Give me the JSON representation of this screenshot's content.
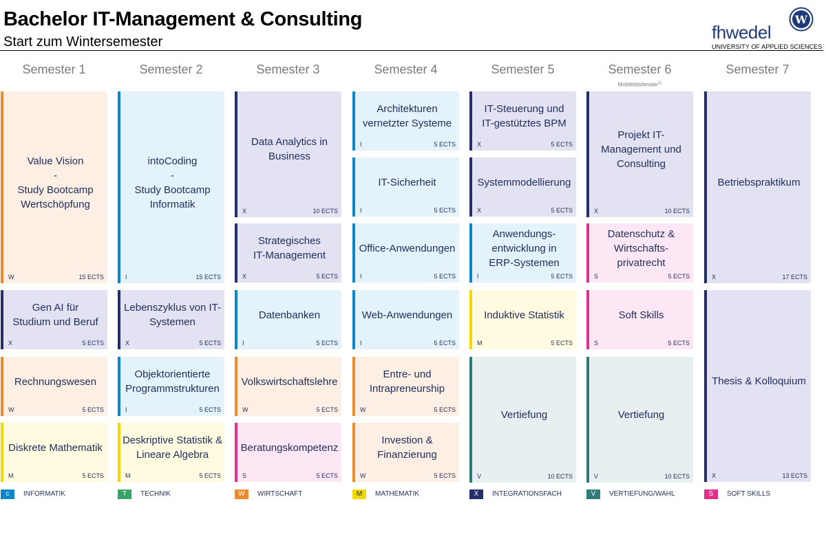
{
  "header": {
    "title": "Bachelor IT-Management & Consulting",
    "subtitle": "Start zum Wintersemester",
    "logo_text": "fhwedel",
    "logo_sub": "UNIVERSITY OF APPLIED SCIENCES",
    "logo_seal_letter": "W"
  },
  "semesters": [
    {
      "label": "Semester 1",
      "note": ""
    },
    {
      "label": "Semester 2",
      "note": ""
    },
    {
      "label": "Semester 3",
      "note": ""
    },
    {
      "label": "Semester 4",
      "note": ""
    },
    {
      "label": "Semester 5",
      "note": ""
    },
    {
      "label": "Semester 6",
      "note": "Mobilitätsfenster",
      "note_sup": "1)"
    },
    {
      "label": "Semester 7",
      "note": ""
    }
  ],
  "colors": {
    "I": {
      "border": "#0a86c9",
      "fill": "#e3f2fb"
    },
    "W": {
      "border": "#ec8a2c",
      "fill": "#fdefe3"
    },
    "X": {
      "border": "#252d6b",
      "fill": "#e3e2f2"
    },
    "M": {
      "border": "#f1d800",
      "fill": "#fffae0"
    },
    "S": {
      "border": "#e0308b",
      "fill": "#fde7f5"
    },
    "V": {
      "border": "#2e7b79",
      "fill": "#e8eff0"
    }
  },
  "modules": [
    {
      "sem": 1,
      "row": 0,
      "span": 3,
      "lines": [
        "Value Vision",
        "-",
        "Study Bootcamp",
        "Wertschöpfung"
      ],
      "cat": "W",
      "ects": "15 ECTS"
    },
    {
      "sem": 1,
      "row": 3,
      "span": 1,
      "lines": [
        "Gen AI für",
        "Studium und Beruf"
      ],
      "cat": "X",
      "ects": "5 ECTS"
    },
    {
      "sem": 1,
      "row": 4,
      "span": 1,
      "lines": [
        "Rechnungswesen"
      ],
      "cat": "W",
      "ects": "5 ECTS"
    },
    {
      "sem": 1,
      "row": 5,
      "span": 1,
      "lines": [
        "Diskrete Mathematik"
      ],
      "cat": "M",
      "ects": "5 ECTS"
    },
    {
      "sem": 2,
      "row": 0,
      "span": 3,
      "lines": [
        "intoCoding",
        "-",
        "Study Bootcamp",
        "Informatik"
      ],
      "cat": "I",
      "ects": "15 ECTS"
    },
    {
      "sem": 2,
      "row": 3,
      "span": 1,
      "lines": [
        "Lebenszyklus von IT-",
        "Systemen"
      ],
      "cat": "X",
      "ects": "5 ECTS"
    },
    {
      "sem": 2,
      "row": 4,
      "span": 1,
      "lines": [
        "Objektorientierte",
        "Programmstrukturen"
      ],
      "cat": "I",
      "ects": "5 ECTS"
    },
    {
      "sem": 2,
      "row": 5,
      "span": 1,
      "lines": [
        "Deskriptive Statistik &",
        "Lineare Algebra"
      ],
      "cat": "M",
      "ects": "5 ECTS"
    },
    {
      "sem": 3,
      "row": 0,
      "span": 2,
      "lines": [
        "Data Analytics in",
        "Business"
      ],
      "cat": "X",
      "ects": "10 ECTS"
    },
    {
      "sem": 3,
      "row": 2,
      "span": 1,
      "lines": [
        "Strategisches",
        "IT-Management"
      ],
      "cat": "X",
      "ects": "5 ECTS"
    },
    {
      "sem": 3,
      "row": 3,
      "span": 1,
      "lines": [
        "Datenbanken"
      ],
      "cat": "I",
      "ects": "5 ECTS"
    },
    {
      "sem": 3,
      "row": 4,
      "span": 1,
      "lines": [
        "Volkswirtschaftslehre"
      ],
      "cat": "W",
      "ects": "5 ECTS"
    },
    {
      "sem": 3,
      "row": 5,
      "span": 1,
      "lines": [
        "Beratungskompetenz"
      ],
      "cat": "S",
      "ects": "5 ECTS"
    },
    {
      "sem": 4,
      "row": 0,
      "span": 1,
      "lines": [
        "Architekturen",
        "vernetzter Systeme"
      ],
      "cat": "I",
      "ects": "5 ECTS"
    },
    {
      "sem": 4,
      "row": 1,
      "span": 1,
      "lines": [
        "IT-Sicherheit"
      ],
      "cat": "I",
      "ects": "5 ECTS"
    },
    {
      "sem": 4,
      "row": 2,
      "span": 1,
      "lines": [
        "Office-Anwendungen"
      ],
      "cat": "I",
      "ects": "5 ECTS"
    },
    {
      "sem": 4,
      "row": 3,
      "span": 1,
      "lines": [
        "Web-Anwendungen"
      ],
      "cat": "I",
      "ects": "5 ECTS"
    },
    {
      "sem": 4,
      "row": 4,
      "span": 1,
      "lines": [
        "Entre- und",
        "Intrapreneurship"
      ],
      "cat": "W",
      "ects": "5 ECTS"
    },
    {
      "sem": 4,
      "row": 5,
      "span": 1,
      "lines": [
        "Investion &",
        "Finanzierung"
      ],
      "cat": "W",
      "ects": "5 ECTS"
    },
    {
      "sem": 5,
      "row": 0,
      "span": 1,
      "lines": [
        "IT-Steuerung und",
        "IT-gestütztes BPM"
      ],
      "cat": "X",
      "ects": "5 ECTS"
    },
    {
      "sem": 5,
      "row": 1,
      "span": 1,
      "lines": [
        "Systemmodellierung"
      ],
      "cat": "X",
      "ects": "5 ECTS"
    },
    {
      "sem": 5,
      "row": 2,
      "span": 1,
      "lines": [
        "Anwendungs-",
        "entwicklung in",
        "ERP-Systemen"
      ],
      "cat": "I",
      "ects": "5 ECTS"
    },
    {
      "sem": 5,
      "row": 3,
      "span": 1,
      "lines": [
        "Induktive Statistik"
      ],
      "cat": "M",
      "ects": "5 ECTS"
    },
    {
      "sem": 5,
      "row": 4,
      "span": 2,
      "lines": [
        "Vertiefung"
      ],
      "cat": "V",
      "ects": "10 ECTS"
    },
    {
      "sem": 6,
      "row": 0,
      "span": 2,
      "lines": [
        "Projekt IT-",
        "Management und",
        "Consulting"
      ],
      "cat": "X",
      "ects": "10 ECTS"
    },
    {
      "sem": 6,
      "row": 2,
      "span": 1,
      "lines": [
        "Datenschutz &",
        "Wirtschafts-",
        "privatrecht"
      ],
      "cat": "S",
      "ects": "5 ECTS"
    },
    {
      "sem": 6,
      "row": 3,
      "span": 1,
      "lines": [
        "Soft Skills"
      ],
      "cat": "S",
      "ects": "5 ECTS"
    },
    {
      "sem": 6,
      "row": 4,
      "span": 2,
      "lines": [
        "Vertiefung"
      ],
      "cat": "V",
      "ects": "10 ECTS"
    },
    {
      "sem": 7,
      "row": 0,
      "span": 3,
      "lines": [
        "Betriebspraktikum"
      ],
      "cat": "X",
      "ects": "17 ECTS"
    },
    {
      "sem": 7,
      "row": 3,
      "span": 3,
      "lines": [
        "Thesis & Kolloquium"
      ],
      "cat": "X",
      "ects": "13 ECTS"
    }
  ],
  "legend": [
    {
      "code": "c",
      "label": "INFORMATIK",
      "color": "#0a86c9"
    },
    {
      "code": "T",
      "label": "TECHNIK",
      "color": "#3aa36a"
    },
    {
      "code": "W",
      "label": "WIRTSCHAFT",
      "color": "#ec8a2c"
    },
    {
      "code": "M",
      "label": "MATHEMATIK",
      "color": "#f1d800",
      "text_color": "#1f2d5a"
    },
    {
      "code": "X",
      "label": "INTEGRATIONSFACH",
      "color": "#252d6b"
    },
    {
      "code": "V",
      "label": "VERTIEFUNG/WAHL",
      "color": "#2e7b79"
    },
    {
      "code": "S",
      "label": "SOFT SKILLS",
      "color": "#e0308b"
    }
  ]
}
